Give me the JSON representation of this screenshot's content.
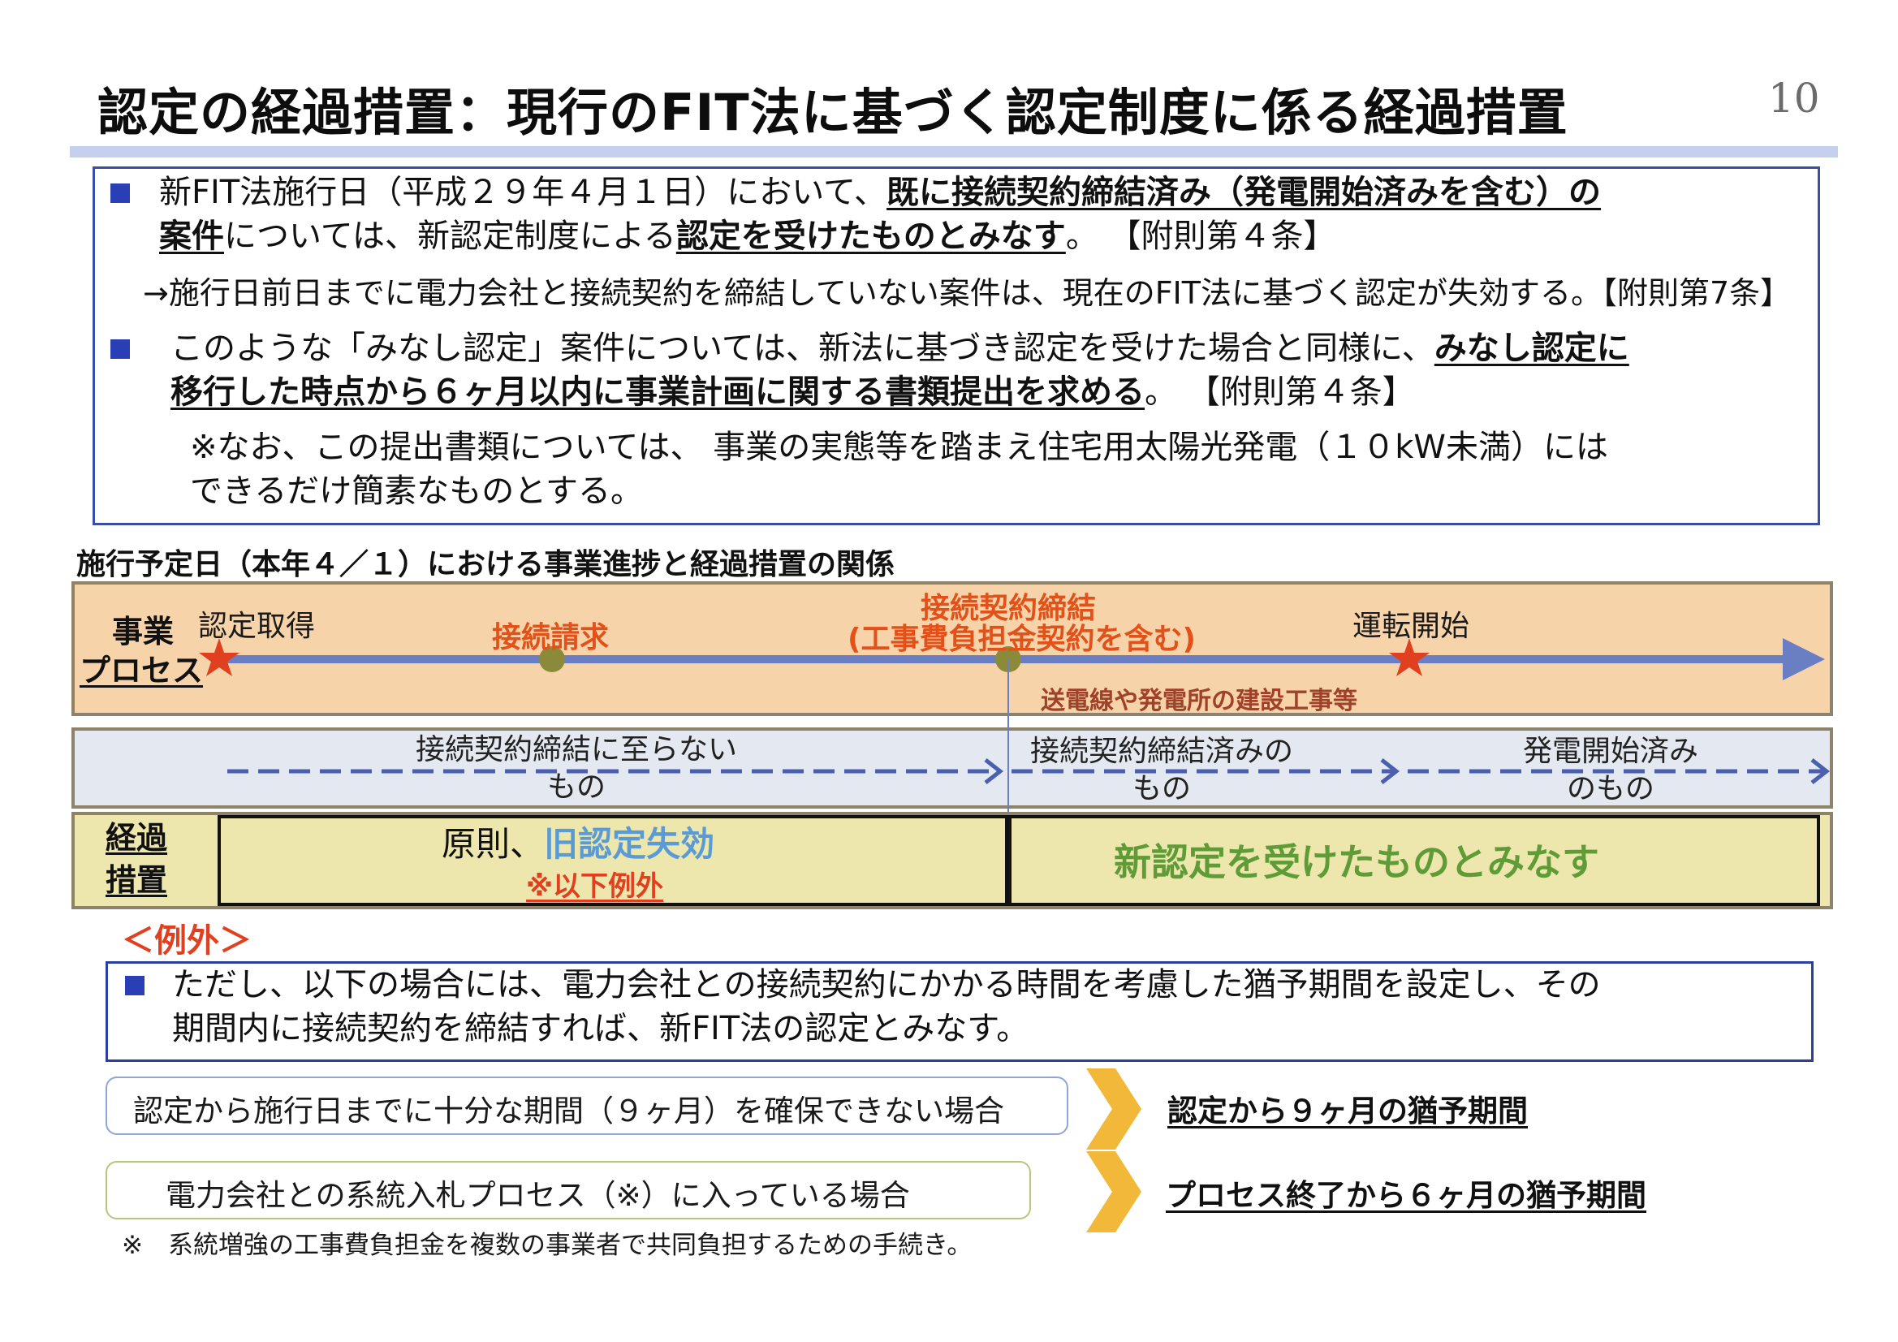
{
  "header": {
    "title": "認定の経過措置：現行のFIT法に基づく認定制度に係る経過措置",
    "page_number": "10"
  },
  "box1": {
    "p1_a": "新FIT法施行日（平成２９年４月１日）において、",
    "p1_b": "既に接続契約締結済み（発電開始済みを含む）の",
    "p1_c": "案件",
    "p1_d": "については、新認定制度による",
    "p1_e": "認定を受けたものとみなす",
    "p1_f": "。 【附則第４条】",
    "p1_arrow": "→施行日前日までに電力会社と接続契約を締結していない案件は、現在のFIT法に基づく認定が失効する。【附則第7条】",
    "p2_a": "このような「みなし認定」案件については、新法に基づき認定を受けた場合と同様に、",
    "p2_b": "みなし認定に",
    "p2_c": "移行した時点から６ヶ月以内に事業計画に関する書類提出を求める",
    "p2_d": "。 【附則第４条】",
    "note_1": "※なお、この提出書類については、 事業の実態等を踏まえ住宅用太陽光発電（１０kW未満）には",
    "note_2": "できるだけ簡素なものとする。"
  },
  "timeline": {
    "section_label": "施行予定日（本年４／１）における事業進捗と経過措置の関係",
    "process_label_1": "事業",
    "process_label_2": "プロセス",
    "milestone_acquire": "認定取得",
    "milestone_request": "接続請求",
    "milestone_contract_1": "接続契約締結",
    "milestone_contract_2": "(工事費負担金契約を含む)",
    "milestone_operation": "運転開始",
    "construction_note": "送電線や発電所の建設工事等",
    "cat1_1": "接続契約締結に至らない",
    "cat1_2": "もの",
    "cat2_1": "接続契約締結済みの",
    "cat2_2": "もの",
    "cat3_1": "発電開始済み",
    "cat3_2": "のもの",
    "trans_label_1": "経過",
    "trans_label_2": "措置",
    "trans1_a": "原則、",
    "trans1_b": "旧認定失効",
    "trans1_c": "※以下例外",
    "trans2": "新認定を受けたものとみなす"
  },
  "exceptions": {
    "heading": "＜例外＞",
    "text_1": "ただし、以下の場合には、電力会社との接続契約にかかる時間を考慮した猶予期間を設定し、その",
    "text_2": "期間内に接続契約を締結すれば、新FIT法の認定とみなす。",
    "case1": "認定から施行日までに十分な期間（９ヶ月）を確保できない場合",
    "result1": "認定から９ヶ月の猶予期間",
    "case2": "電力会社との系統入札プロセス（※）に入っている場合",
    "result2": "プロセス終了から６ヶ月の猶予期間",
    "footnote": "※　系統増強の工事費負担金を複数の事業者で共同負担するための手続き。"
  },
  "colors": {
    "accent_blue": "#2a3fb5",
    "process_bg": "#f7d3a9",
    "category_bg": "#e4e9f1",
    "transition_bg": "#ede7ad",
    "timeline_line": "#6a7ec3",
    "milestone_orange": "#e15119",
    "star_red": "#e0401f",
    "invalid_blue": "#5b9bd5",
    "deemed_green": "#5f9c37",
    "arrow_yellow": "#f2b83a"
  }
}
